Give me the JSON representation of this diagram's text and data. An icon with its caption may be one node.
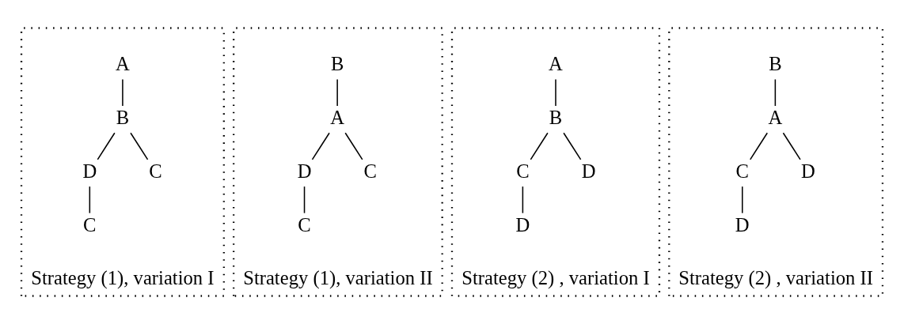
{
  "diagram": {
    "nodes": [
      {
        "text": [
          "Strategy (1), variation I"
        ]
      },
      {
        "text": [
          "A"
        ],
        "in": 0
      },
      {
        "text": [
          "B"
        ],
        "in": 0
      },
      {
        "text": [
          "D"
        ],
        "in": 0
      },
      {
        "text": [
          "C"
        ],
        "in": 0
      },
      {
        "text": [
          "C"
        ],
        "in": 0
      },
      {
        "text": [
          "Strategy (1), variation II"
        ]
      },
      {
        "text": [
          "B"
        ],
        "in": 6
      },
      {
        "text": [
          "A"
        ],
        "in": 6
      },
      {
        "text": [
          "D"
        ],
        "in": 6
      },
      {
        "text": [
          "C"
        ],
        "in": 6
      },
      {
        "text": [
          "C"
        ],
        "in": 6
      },
      {
        "text": [
          "Strategy (2) , variation I"
        ]
      },
      {
        "text": [
          "A"
        ],
        "in": 12
      },
      {
        "text": [
          "B"
        ],
        "in": 12
      },
      {
        "text": [
          "C"
        ],
        "in": 12
      },
      {
        "text": [
          "D"
        ],
        "in": 12
      },
      {
        "text": [
          "D"
        ],
        "in": 12
      },
      {
        "text": [
          "Strategy (2) , variation II"
        ]
      },
      {
        "text": [
          "B"
        ],
        "in": 18
      },
      {
        "text": [
          "A"
        ],
        "in": 18
      },
      {
        "text": [
          "C"
        ],
        "in": 18
      },
      {
        "text": [
          "D"
        ],
        "in": 18
      },
      {
        "text": [
          "D"
        ],
        "in": 18
      }
    ],
    "edges": [
      {
        "from": 1,
        "to": 2,
        "arrow": "none"
      },
      {
        "from": 2,
        "to": 3,
        "arrow": "none"
      },
      {
        "from": 2,
        "to": 4,
        "arrow": "none"
      },
      {
        "from": 3,
        "to": 5,
        "arrow": "none"
      },
      {
        "from": 7,
        "to": 8,
        "arrow": "none"
      },
      {
        "from": 8,
        "to": 9,
        "arrow": "none"
      },
      {
        "from": 8,
        "to": 10,
        "arrow": "none"
      },
      {
        "from": 9,
        "to": 11,
        "arrow": "none"
      },
      {
        "from": 13,
        "to": 14,
        "arrow": "none"
      },
      {
        "from": 14,
        "to": 15,
        "arrow": "none"
      },
      {
        "from": 14,
        "to": 16,
        "arrow": "none"
      },
      {
        "from": 15,
        "to": 17,
        "arrow": "none"
      },
      {
        "from": 19,
        "to": 20,
        "arrow": "none"
      },
      {
        "from": 20,
        "to": 21,
        "arrow": "none"
      },
      {
        "from": 20,
        "to": 22,
        "arrow": "none"
      },
      {
        "from": 21,
        "to": 23,
        "arrow": "none"
      }
    ]
  }
}
